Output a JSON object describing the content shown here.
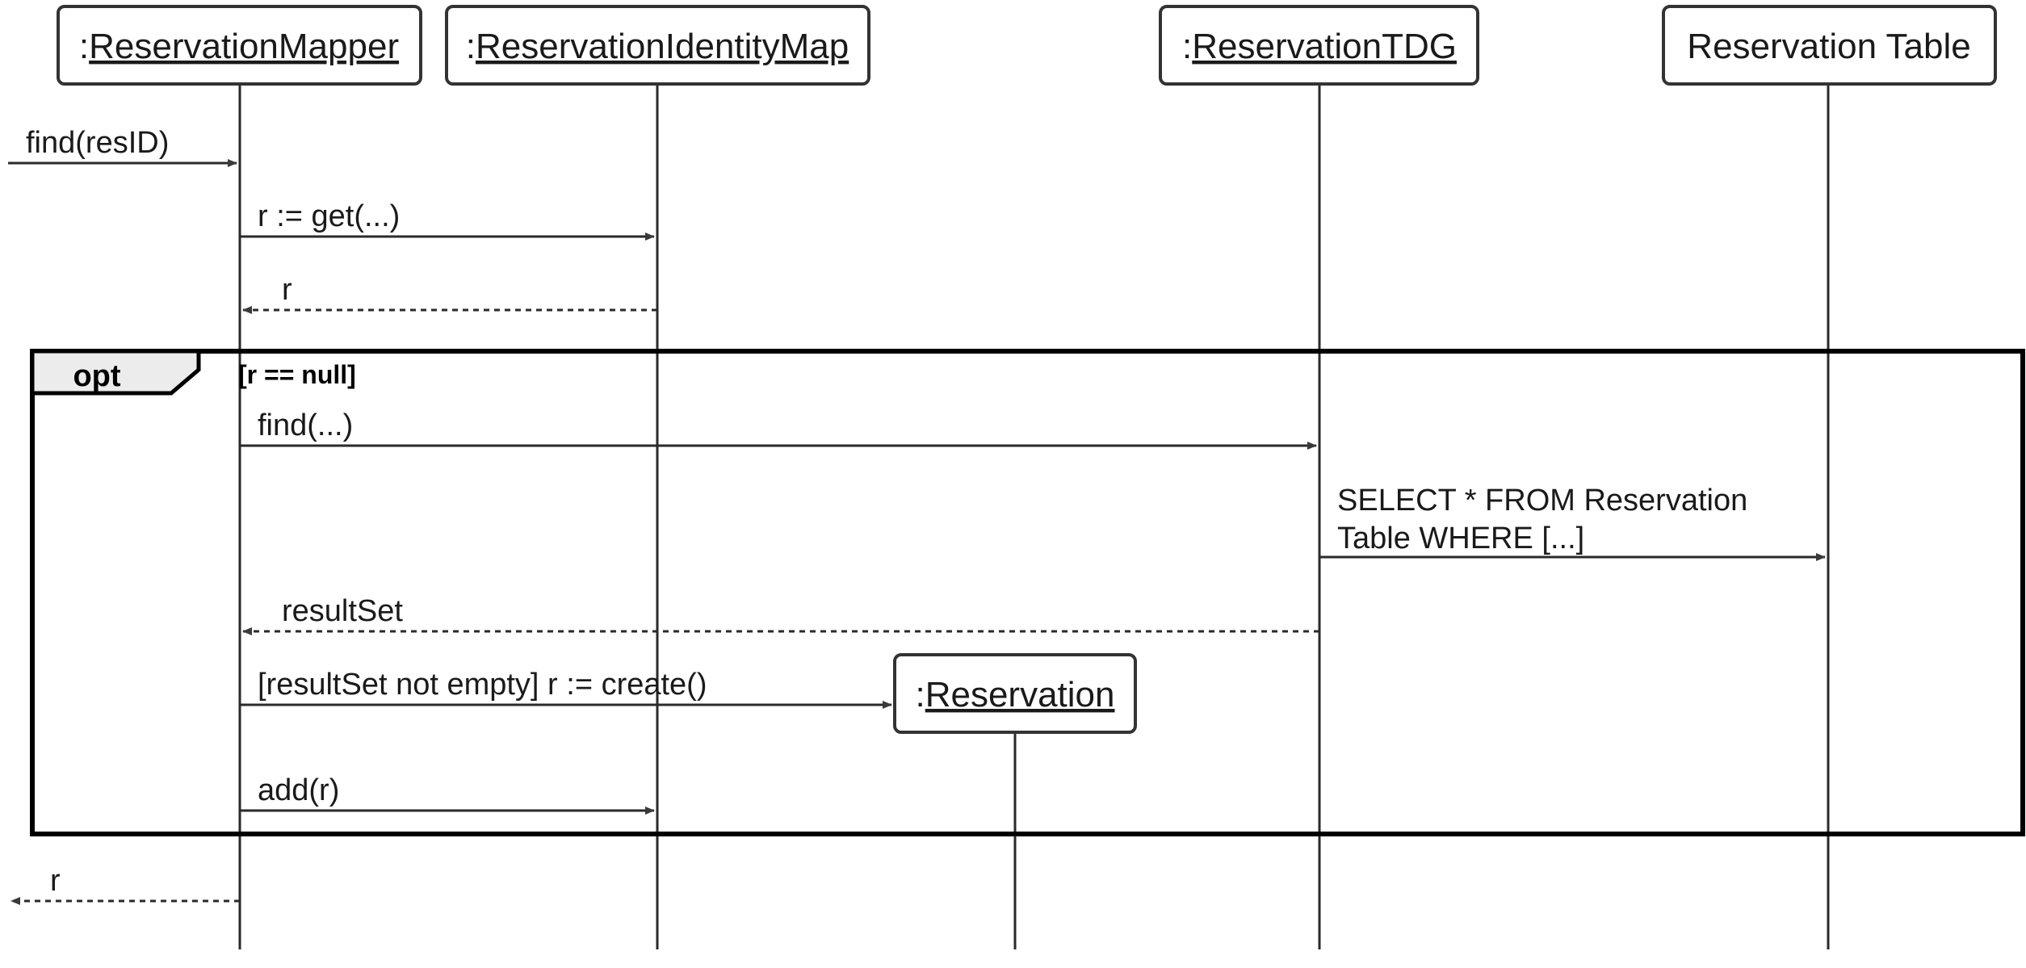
{
  "participants": [
    {
      "id": "mapper",
      "prefix": ":",
      "name": "ReservationMapper",
      "underlined": true
    },
    {
      "id": "identity",
      "prefix": ":",
      "name": "ReservationIdentityMap",
      "underlined": true
    },
    {
      "id": "tdg",
      "prefix": ":",
      "name": "ReservationTDG",
      "underlined": true
    },
    {
      "id": "table",
      "prefix": "",
      "name": "Reservation Table",
      "underlined": false
    },
    {
      "id": "reservation",
      "prefix": ":",
      "name": "Reservation",
      "underlined": true
    }
  ],
  "messages": [
    {
      "id": "find-resid",
      "from": "external",
      "to": "mapper",
      "label": "find(resID)",
      "style": "solid"
    },
    {
      "id": "get",
      "from": "mapper",
      "to": "identity",
      "label": "r := get(...)",
      "style": "solid"
    },
    {
      "id": "return-r-identity",
      "from": "identity",
      "to": "mapper",
      "label": "r",
      "style": "dashed"
    },
    {
      "id": "find-tdg",
      "from": "mapper",
      "to": "tdg",
      "label": "find(...)",
      "style": "solid"
    },
    {
      "id": "select",
      "from": "tdg",
      "to": "table",
      "label_lines": [
        "SELECT * FROM Reservation",
        "Table WHERE [...]"
      ],
      "style": "solid"
    },
    {
      "id": "resultset",
      "from": "tdg",
      "to": "mapper",
      "label": "resultSet",
      "style": "dashed"
    },
    {
      "id": "create",
      "from": "mapper",
      "to": "reservation",
      "label": "[resultSet not empty] r := create()",
      "style": "solid"
    },
    {
      "id": "add",
      "from": "mapper",
      "to": "identity",
      "label": "add(r)",
      "style": "solid"
    },
    {
      "id": "return-r-final",
      "from": "mapper",
      "to": "external",
      "label": "r",
      "style": "dashed"
    }
  ],
  "fragment": {
    "operator": "opt",
    "guard": "[r == null]"
  }
}
